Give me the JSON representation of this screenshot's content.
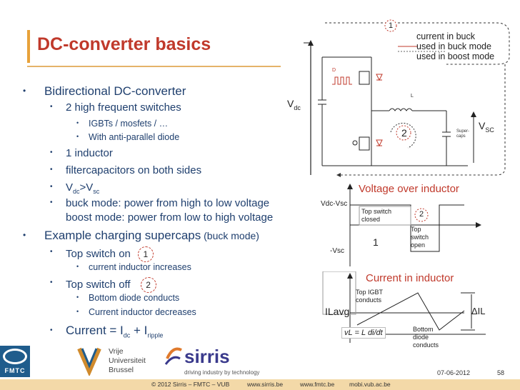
{
  "slide": {
    "title": "DC-converter basics",
    "bullets": {
      "b1": "Bidirectional DC-converter",
      "b1_1": "2 high frequent switches",
      "b1_1_1": "IGBTs / mosfets / …",
      "b1_1_2": "With anti-parallel diode",
      "b1_2": "1 inductor",
      "b1_3": "filtercapacitors on both sides",
      "b1_4_a": "V",
      "b1_4_sub1": "dc",
      "b1_4_b": ">V",
      "b1_4_sub2": "sc",
      "b1_5_line1": "buck mode: power from high to low voltage",
      "b1_5_line2": "boost mode: power from low to high voltage",
      "b2_main": "Example charging supercaps",
      "b2_suffix": " (buck mode)",
      "b2_1": "Top switch on",
      "b2_1_badge": "1",
      "b2_1_1": "current inductor increases",
      "b2_2": "Top switch off",
      "b2_2_badge": "2",
      "b2_2_1": "Bottom diode conducts",
      "b2_2_2": "Current inductor decreases",
      "b2_3_a": "Current = I",
      "b2_3_sub1": "dc",
      "b2_3_b": " + I",
      "b2_3_sub2": "ripple"
    }
  },
  "circuit": {
    "badge1": "1",
    "badge2": "2",
    "legend_line1": "current in buck",
    "legend_line2": "used in buck mode",
    "legend_line3": "used in boost mode",
    "vdc": "V",
    "vdc_sub": "dc",
    "vsc": "V",
    "vsc_sub": "SC",
    "supercaps": "Super-\ncaps",
    "inductor": "L",
    "d_label": "D"
  },
  "voltage_plot": {
    "title": "Voltage over inductor",
    "y_top": "Vdc-Vsc",
    "y_bottom": "-Vsc",
    "top_closed": "Top switch\nclosed",
    "top_open": "Top\nswitch\nopen",
    "badge1": "1",
    "badge2": "2"
  },
  "current_plot": {
    "title": "Current in inductor",
    "ilavg": "ILavg",
    "top_igbt": "Top IGBT\nconducts",
    "bottom_diode": "Bottom\ndiode\nconducts",
    "delta": "ΔIL",
    "eq_lhs": "vL =",
    "eq_rhs": "L di/dt"
  },
  "footer": {
    "fmtc": "FMTC",
    "vub_line1": "Vrije",
    "vub_line2": "Universiteit",
    "vub_line3": "Brussel",
    "sirris": "sirris",
    "sirris_tag": "driving industry by technology",
    "copyright": "© 2012 Sirris – FMTC – VUB",
    "link1": "www.sirris.be",
    "link2": "www.fmtc.be",
    "link3": "mobi.vub.ac.be",
    "date": "07-06-2012",
    "page": "58"
  },
  "colors": {
    "title": "#c0392b",
    "accent": "#e8a23a",
    "text": "#1f3f6e",
    "strip": "#f3d9a8"
  }
}
